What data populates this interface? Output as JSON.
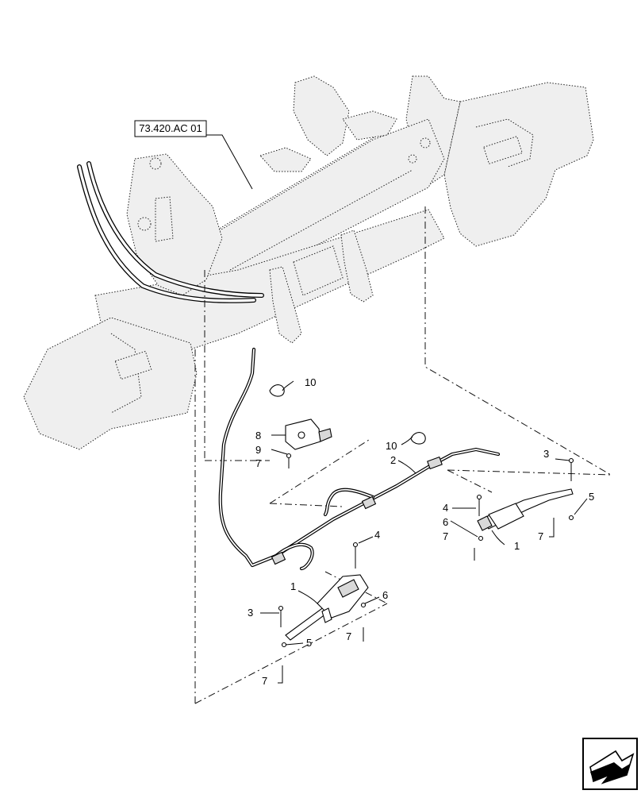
{
  "diagram": {
    "reference_label": "73.420.AC 01",
    "callouts": {
      "c1a": "1",
      "c1b": "1",
      "c2": "2",
      "c3a": "3",
      "c3b": "3",
      "c4a": "4",
      "c4b": "4",
      "c5a": "5",
      "c5b": "5",
      "c6a": "6",
      "c6b": "6",
      "c7a": "7",
      "c7b": "7",
      "c7c": "7",
      "c7d": "7",
      "c8": "8",
      "c9": "9",
      "c10a": "10",
      "c10b": "10"
    },
    "nav_icon": "next-page-arrow-icon"
  }
}
